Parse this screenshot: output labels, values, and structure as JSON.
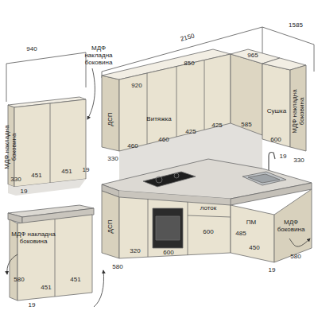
{
  "diagram": {
    "labels": [
      "940",
      "МДФ накладна боковина",
      "МДФ накладна боковина",
      "330",
      "451",
      "451",
      "19",
      "19",
      "МДФ накладна боковина",
      "580",
      "451",
      "451",
      "19",
      "2150",
      "1585",
      "920",
      "850",
      "965",
      "ДСП",
      "Витяжка",
      "Сушка",
      "МДФ накладна боковина",
      "330",
      "460",
      "460",
      "425",
      "425",
      "585",
      "600",
      "330",
      "19",
      "ДСП",
      "580",
      "320",
      "600",
      "лоток",
      "600",
      "485",
      "ПМ",
      "450",
      "МДФ боковина",
      "580",
      "19"
    ]
  }
}
